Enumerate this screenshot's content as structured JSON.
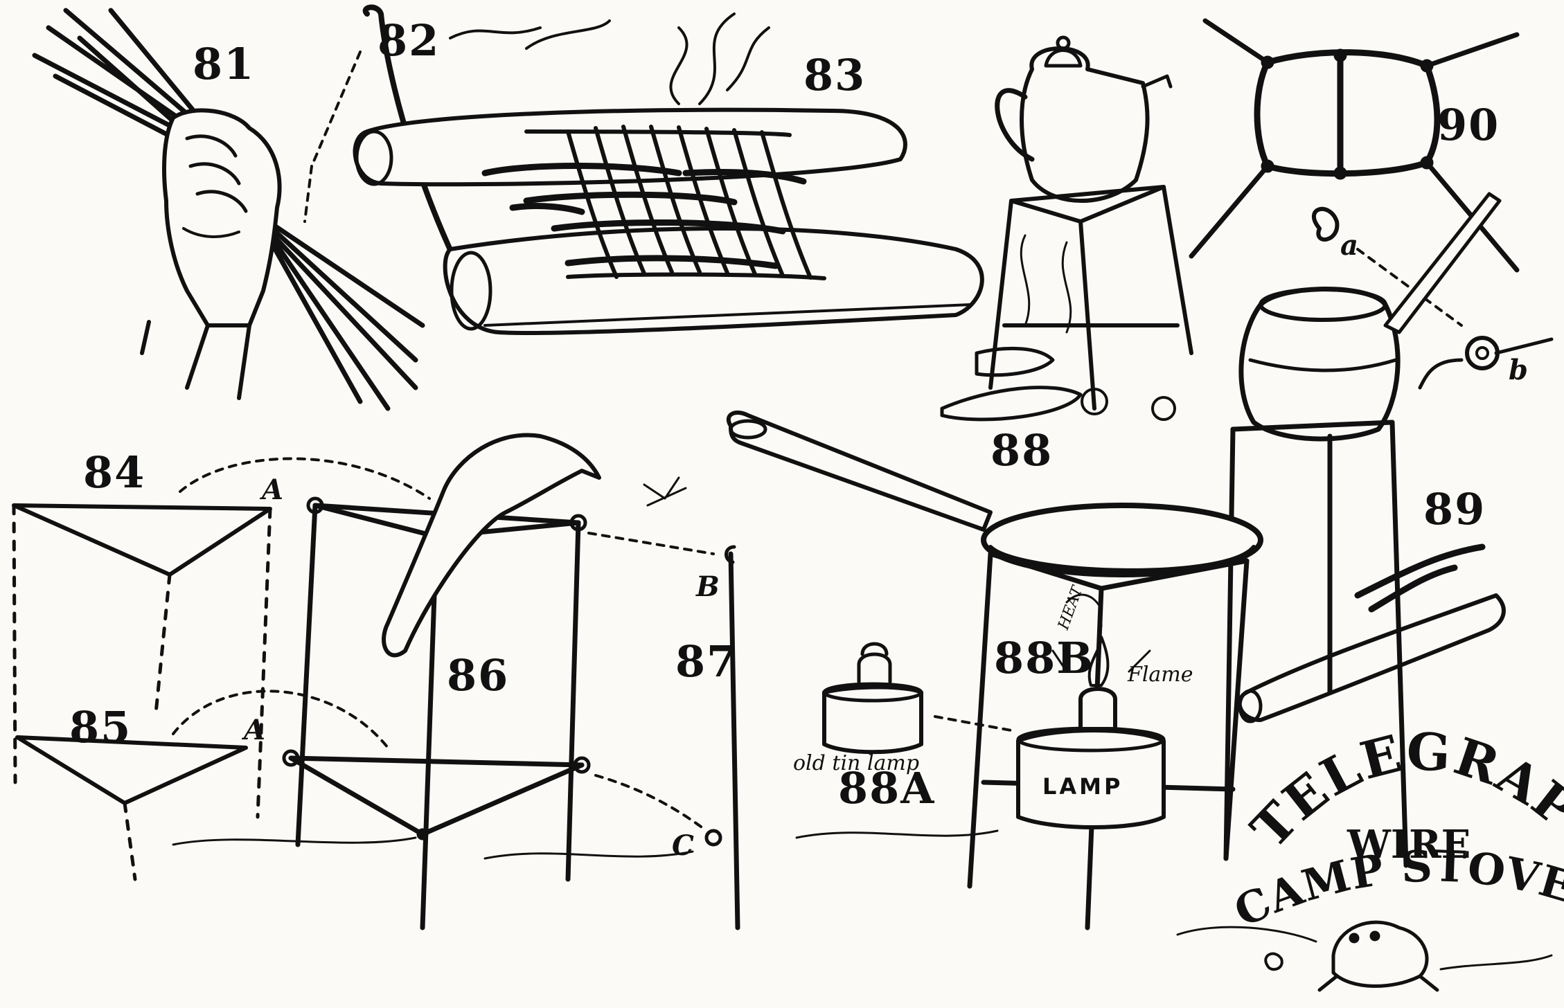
{
  "figures": {
    "f81": "81",
    "f82": "82",
    "f83": "83",
    "f84": "84",
    "f85": "85",
    "f86": "86",
    "f87": "87",
    "f88": "88",
    "f88a": "88A",
    "f88b": "88B",
    "f89": "89",
    "f90": "90"
  },
  "letters": {
    "a_top": "A",
    "a_bottom": "A",
    "b": "B",
    "c": "C",
    "a_small": "a",
    "b_small": "b"
  },
  "labels": {
    "old_tin_lamp": "old tin lamp",
    "lamp": "LAMP",
    "flame": "Flame",
    "heat": "HEAT"
  },
  "title": {
    "line1": "TELEGRAPH",
    "line2": "WIRE",
    "line3": "CAMP STOVES"
  },
  "colors": {
    "ink": "#111111",
    "paper": "#fbfaf6"
  }
}
